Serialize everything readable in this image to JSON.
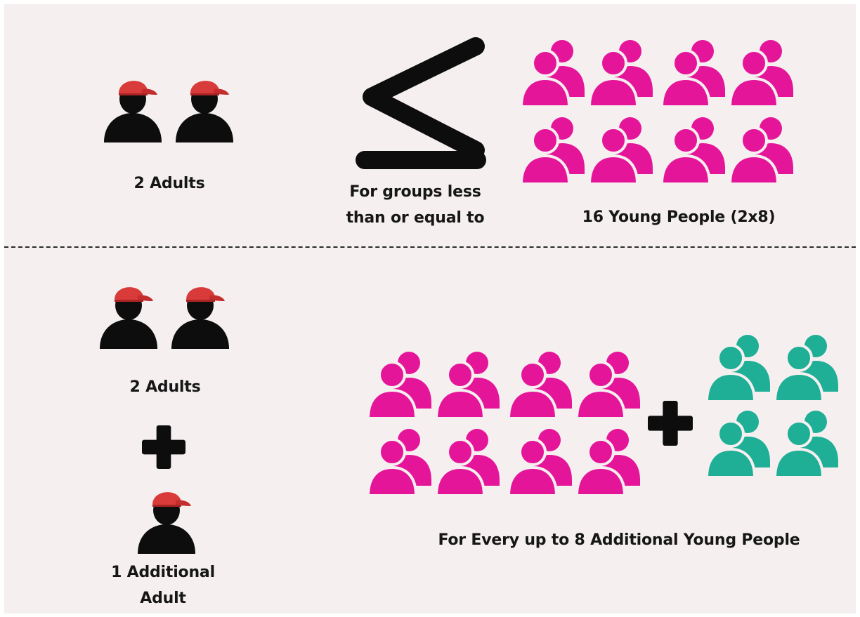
{
  "top_section": {
    "adults_count": 2,
    "adults_label": "2 Adults",
    "comparison_symbol": "≤",
    "comparison_caption": "For groups less than or equal to",
    "young_people_count": 16,
    "young_people_label": "16 Young People (2x8)"
  },
  "bottom_section": {
    "adults_count": 2,
    "adults_label": "2 Adults",
    "plus_symbol": "+",
    "additional_adult_count": 1,
    "additional_adult_label": "1 Additional Adult",
    "young_people_base_count": 16,
    "additional_young_people_count": 8,
    "additional_young_people_label": "For Every up to 8 Additional Young People"
  },
  "icons": {
    "adult": "adult-with-red-cap-icon",
    "young_person": "young-people-group-icon",
    "plus": "plus-icon",
    "less_than_or_equal": "less-than-or-equal-icon"
  },
  "colors": {
    "background": "#f5f0ef",
    "cap_red": "#d93a3a",
    "adult_black": "#0d0d0d",
    "young_people_pink": "#e5159a",
    "additional_young_people_teal": "#1fae96",
    "text": "#161616"
  }
}
